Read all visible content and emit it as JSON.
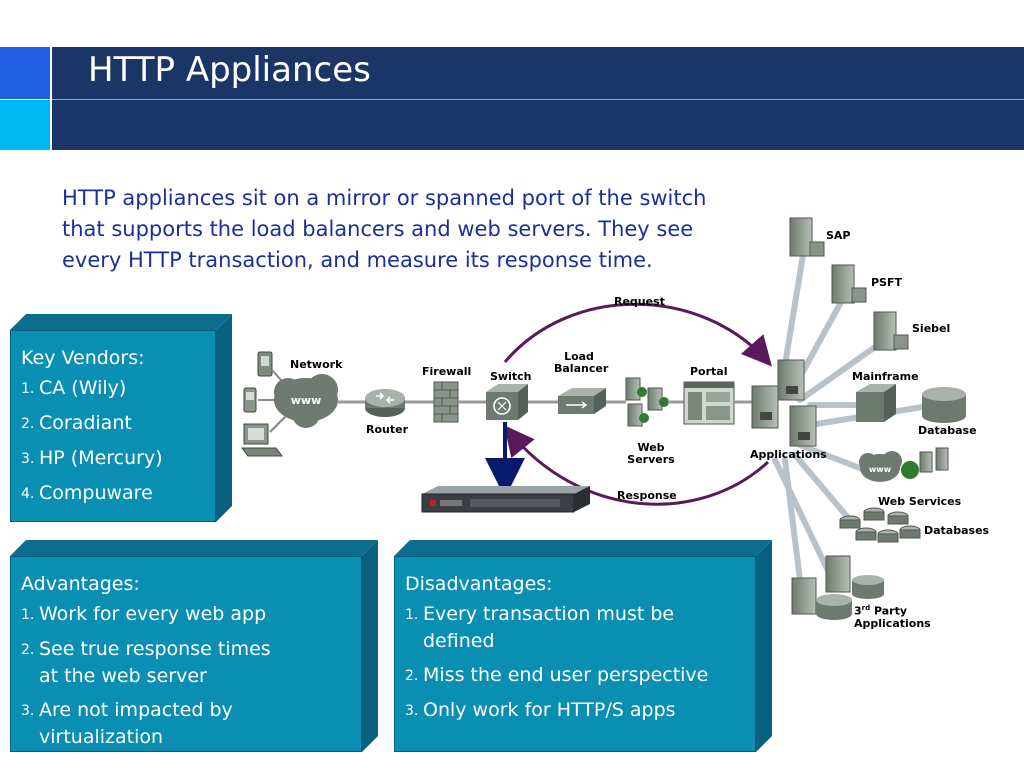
{
  "slide": {
    "title": "HTTP Appliances",
    "intro": "HTTP appliances sit on a mirror or spanned port of the switch that supports the load balancers and web servers. They see every HTTP transaction, and measure its response time."
  },
  "key_vendors": {
    "heading": "Key Vendors:",
    "items": [
      {
        "num": "1.",
        "text": "CA (Wily)"
      },
      {
        "num": "2.",
        "text": "Coradiant"
      },
      {
        "num": "3.",
        "text": "HP (Mercury)"
      },
      {
        "num": "4.",
        "text": "Compuware"
      }
    ]
  },
  "advantages": {
    "heading": "Advantages:",
    "items": [
      {
        "num": "1.",
        "text": "Work for every web app"
      },
      {
        "num": "2.",
        "text": "See true response times at the web server"
      },
      {
        "num": "3.",
        "text": "Are not impacted by virtualization"
      }
    ]
  },
  "disadvantages": {
    "heading": "Disadvantages:",
    "items": [
      {
        "num": "1.",
        "text": "Every transaction must be defined"
      },
      {
        "num": "2.",
        "text": "Miss the end user perspective"
      },
      {
        "num": "3.",
        "text": "Only work for HTTP/S apps"
      }
    ]
  },
  "diagram": {
    "network": "Network",
    "www": "www",
    "router": "Router",
    "firewall": "Firewall",
    "switch": "Switch",
    "load_balancer_1": "Load",
    "load_balancer_2": "Balancer",
    "web_servers_1": "Web",
    "web_servers_2": "Servers",
    "portal": "Portal",
    "applications": "Applications",
    "request": "Request",
    "response": "Response",
    "sap": "SAP",
    "psft": "PSFT",
    "siebel": "Siebel",
    "mainframe": "Mainframe",
    "database": "Database",
    "web_services": "Web Services",
    "databases": "Databases",
    "third_party_num": "3",
    "third_party_sup": "rd",
    "third_party_1": "Party",
    "third_party_2": "Applications"
  },
  "colors": {
    "header": "#1a3566",
    "accent_blue": "#1f5fe0",
    "accent_cyan": "#00b8f0",
    "box": "#0a8fb3",
    "intro_text": "#1a2f9a",
    "arrow": "#5a1a5a"
  }
}
